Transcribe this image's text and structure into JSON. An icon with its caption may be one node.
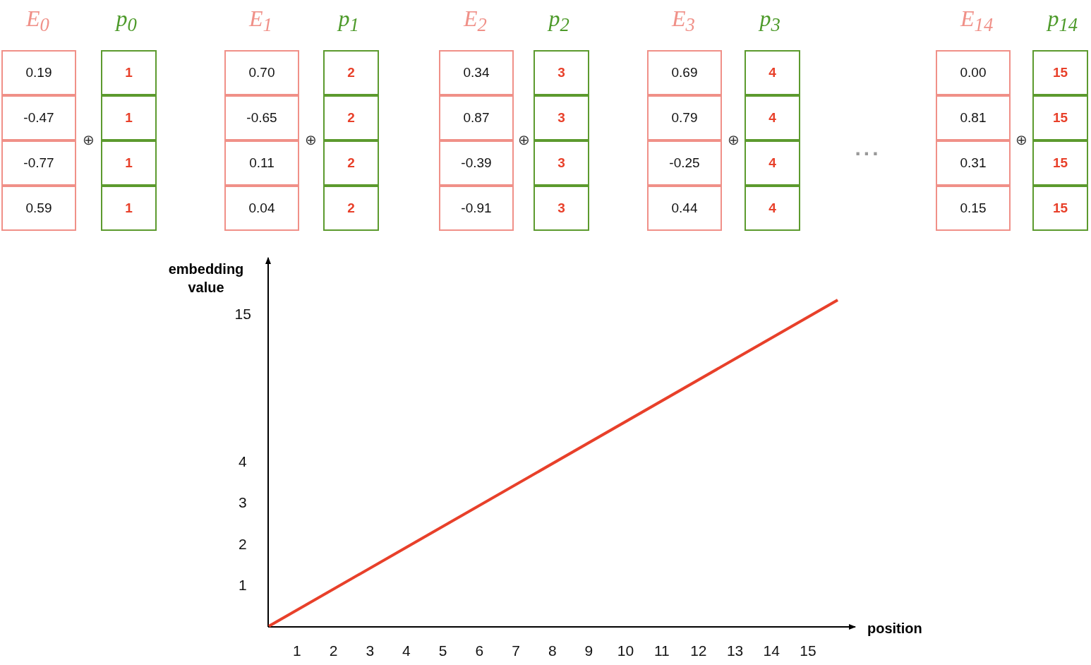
{
  "diagram": {
    "nodes": [
      {
        "text": [
          "E$_{0}$"
        ]
      },
      {
        "text": [
          "0.19"
        ],
        "in": 0
      },
      {
        "text": [
          "-0.47"
        ],
        "in": 0
      },
      {
        "text": [
          "-0.77"
        ],
        "in": 0
      },
      {
        "text": [
          "0.59"
        ],
        "in": 0
      },
      {
        "text": [
          "p$_{0}$"
        ]
      },
      {
        "text": [
          "1"
        ],
        "in": 5
      },
      {
        "text": [
          "1"
        ],
        "in": 5
      },
      {
        "text": [
          "1"
        ],
        "in": 5
      },
      {
        "text": [
          "1"
        ],
        "in": 5
      },
      {
        "text": [
          "E$_{1}$"
        ]
      },
      {
        "text": [
          "0.70"
        ],
        "in": 10
      },
      {
        "text": [
          "-0.65"
        ],
        "in": 10
      },
      {
        "text": [
          "0.11"
        ],
        "in": 10
      },
      {
        "text": [
          "0.04"
        ],
        "in": 10
      },
      {
        "text": [
          "p$_{1}$"
        ]
      },
      {
        "text": [
          "2"
        ],
        "in": 15
      },
      {
        "text": [
          "2"
        ],
        "in": 15
      },
      {
        "text": [
          "2"
        ],
        "in": 15
      },
      {
        "text": [
          "2"
        ],
        "in": 15
      },
      {
        "text": [
          "E$_{2}$"
        ]
      },
      {
        "text": [
          "0.34"
        ],
        "in": 20
      },
      {
        "text": [
          "0.87"
        ],
        "in": 20
      },
      {
        "text": [
          "-0.39"
        ],
        "in": 20
      },
      {
        "text": [
          "-0.91"
        ],
        "in": 20
      },
      {
        "text": [
          "p$_{2}$"
        ]
      },
      {
        "text": [
          "3"
        ],
        "in": 25
      },
      {
        "text": [
          "3"
        ],
        "in": 25
      },
      {
        "text": [
          "3"
        ],
        "in": 25
      },
      {
        "text": [
          "3"
        ],
        "in": 25
      },
      {
        "text": [
          "E$_{3}$"
        ]
      },
      {
        "text": [
          "0.69"
        ],
        "in": 30
      },
      {
        "text": [
          "0.79"
        ],
        "in": 30
      },
      {
        "text": [
          "-0.25"
        ],
        "in": 30
      },
      {
        "text": [
          "0.44"
        ],
        "in": 30
      },
      {
        "text": [
          "p$_{3}$"
        ]
      },
      {
        "text": [
          "4"
        ],
        "in": 35
      },
      {
        "text": [
          "4"
        ],
        "in": 35
      },
      {
        "text": [
          "4"
        ],
        "in": 35
      },
      {
        "text": [
          "4"
        ],
        "in": 35
      },
      {
        "text": [
          "E$_{14}$"
        ]
      },
      {
        "text": [
          "0.00"
        ],
        "in": 40
      },
      {
        "text": [
          "0.81"
        ],
        "in": 40
      },
      {
        "text": [
          "0.31"
        ],
        "in": 40
      },
      {
        "text": [
          "0.15"
        ],
        "in": 40
      },
      {
        "text": [
          "p$_{14}$"
        ]
      },
      {
        "text": [
          "15"
        ],
        "in": 45
      },
      {
        "text": [
          "15"
        ],
        "in": 45
      },
      {
        "text": [
          "15"
        ],
        "in": 45
      },
      {
        "text": [
          "15"
        ],
        "in": 45
      }
    ],
    "edges": [],
    "labels": [
      "⊕",
      "⊕",
      "⊕",
      "⊕",
      "...",
      "⊕",
      "embedding value",
      "15",
      "4",
      "3",
      "2",
      "1",
      "position",
      "1",
      "2",
      "3",
      "4",
      "5",
      "6",
      "7",
      "8",
      "9",
      "10",
      "11",
      "12",
      "13",
      "14",
      "15"
    ]
  }
}
